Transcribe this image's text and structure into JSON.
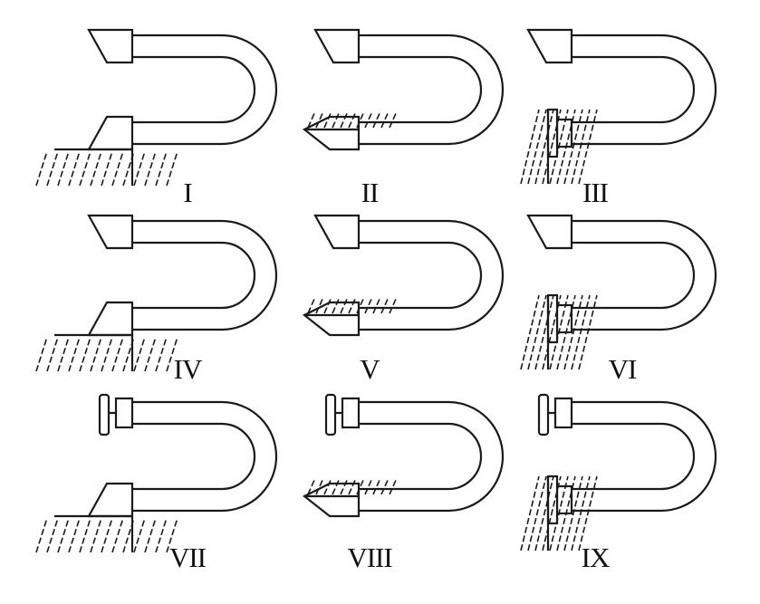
{
  "figure": {
    "stroke_color": "#1a1a1a",
    "hatch_color": "#1a1a1a",
    "background": "#ffffff",
    "cells": [
      {
        "label": "I",
        "top_end": "wedge",
        "bottom_end": "wedge",
        "ground": "floor"
      },
      {
        "label": "II",
        "top_end": "wedge",
        "bottom_end": "wedge",
        "ground": "wedge-face"
      },
      {
        "label": "III",
        "top_end": "wedge",
        "bottom_end": "collar",
        "ground": "wall"
      },
      {
        "label": "IV",
        "top_end": "wedge",
        "bottom_end": "wedge",
        "ground": "floor"
      },
      {
        "label": "V",
        "top_end": "wedge",
        "bottom_end": "wedge",
        "ground": "wedge-face"
      },
      {
        "label": "VI",
        "top_end": "wedge",
        "bottom_end": "collar",
        "ground": "wall"
      },
      {
        "label": "VII",
        "top_end": "roller",
        "bottom_end": "wedge",
        "ground": "floor"
      },
      {
        "label": "VIII",
        "top_end": "roller",
        "bottom_end": "wedge",
        "ground": "wedge-face"
      },
      {
        "label": "IX",
        "top_end": "roller",
        "bottom_end": "collar",
        "ground": "wall"
      }
    ]
  }
}
